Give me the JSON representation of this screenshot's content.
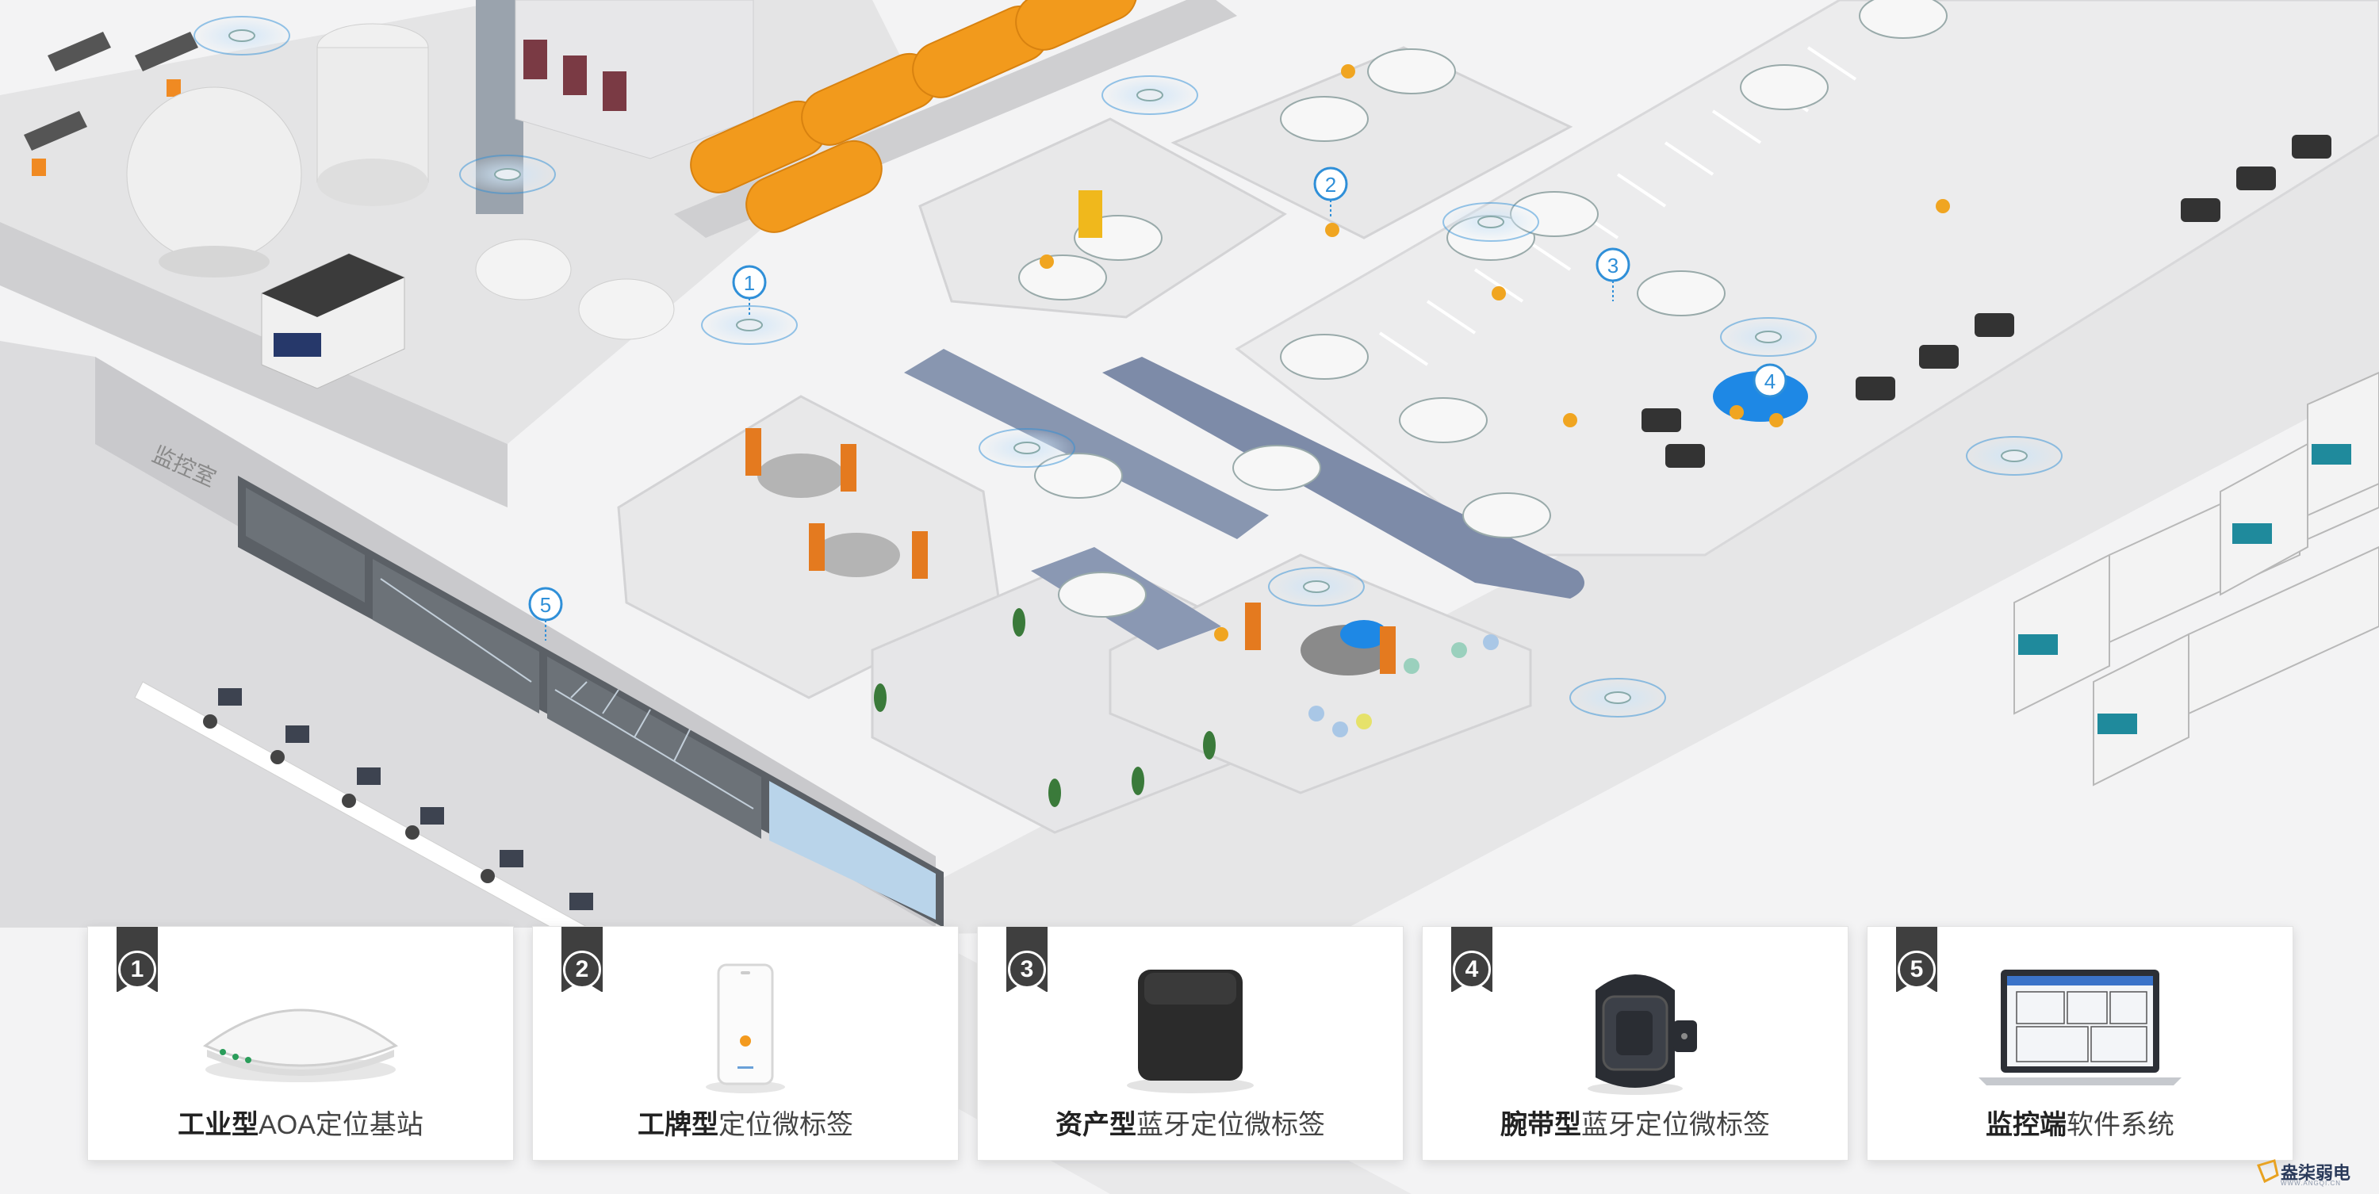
{
  "scene": {
    "monitor_room_label": "监控室",
    "markers": [
      "1",
      "2",
      "3",
      "4",
      "5"
    ]
  },
  "cards": [
    {
      "num": "1",
      "bold": "工业型",
      "rest": "AOA定位基站",
      "icon": "aoa-base-station-icon"
    },
    {
      "num": "2",
      "bold": "工牌型",
      "rest": "定位微标签",
      "icon": "badge-tag-icon"
    },
    {
      "num": "3",
      "bold": "资产型",
      "rest": "蓝牙定位微标签",
      "icon": "asset-tag-cube-icon"
    },
    {
      "num": "4",
      "bold": "腕带型",
      "rest": "蓝牙定位微标签",
      "icon": "wristband-tag-icon"
    },
    {
      "num": "5",
      "bold": "监控端",
      "rest": "软件系统",
      "icon": "monitor-laptop-icon"
    }
  ],
  "brand": {
    "name": "盎柒弱电",
    "sub": "WWW.ANGQI.CN"
  },
  "colors": {
    "accent": "#2f8fd8",
    "orange": "#f39a1e",
    "dark": "#3f3f3f",
    "vehicle_blue": "#1e88e5",
    "belt": "#8a9ab8"
  }
}
